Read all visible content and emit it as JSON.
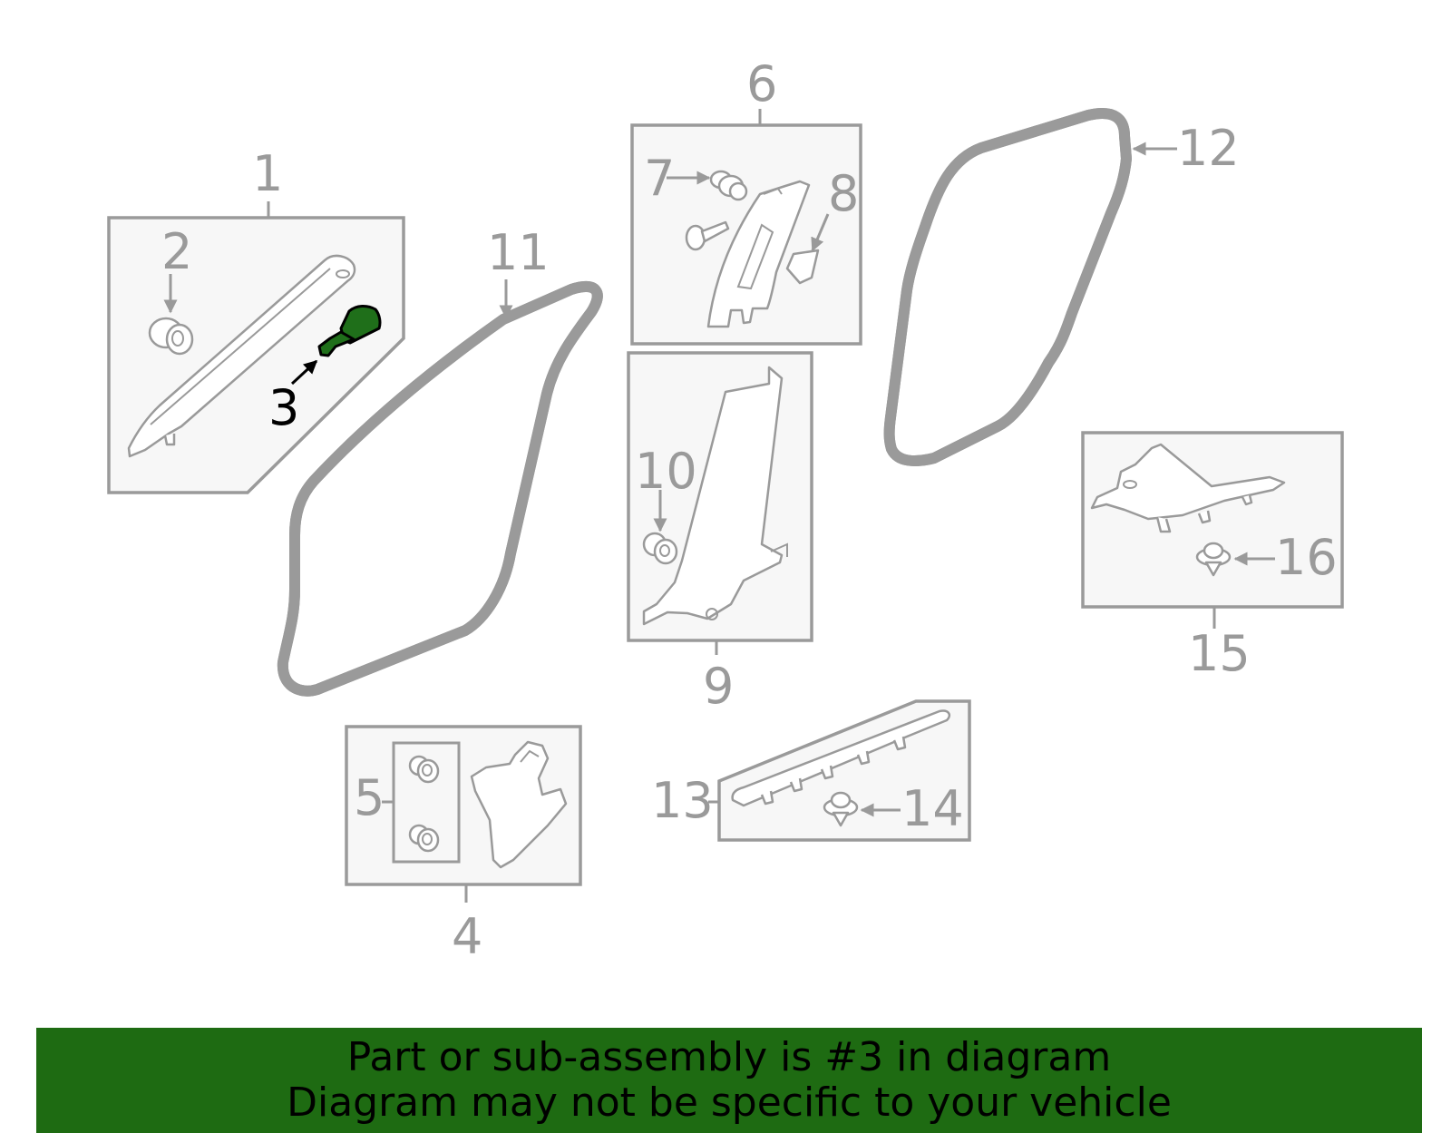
{
  "diagram": {
    "highlighted_callout": "3",
    "highlight_color": "#1e6b12",
    "callouts": {
      "c1": "1",
      "c2": "2",
      "c3": "3",
      "c4": "4",
      "c5": "5",
      "c6": "6",
      "c7": "7",
      "c8": "8",
      "c9": "9",
      "c10": "10",
      "c11": "11",
      "c12": "12",
      "c13": "13",
      "c14": "14",
      "c15": "15",
      "c16": "16"
    }
  },
  "banner": {
    "line1": "Part or sub-assembly is #3 in diagram",
    "line2": "Diagram may not be specific to your vehicle",
    "background": "#1e6b12"
  }
}
